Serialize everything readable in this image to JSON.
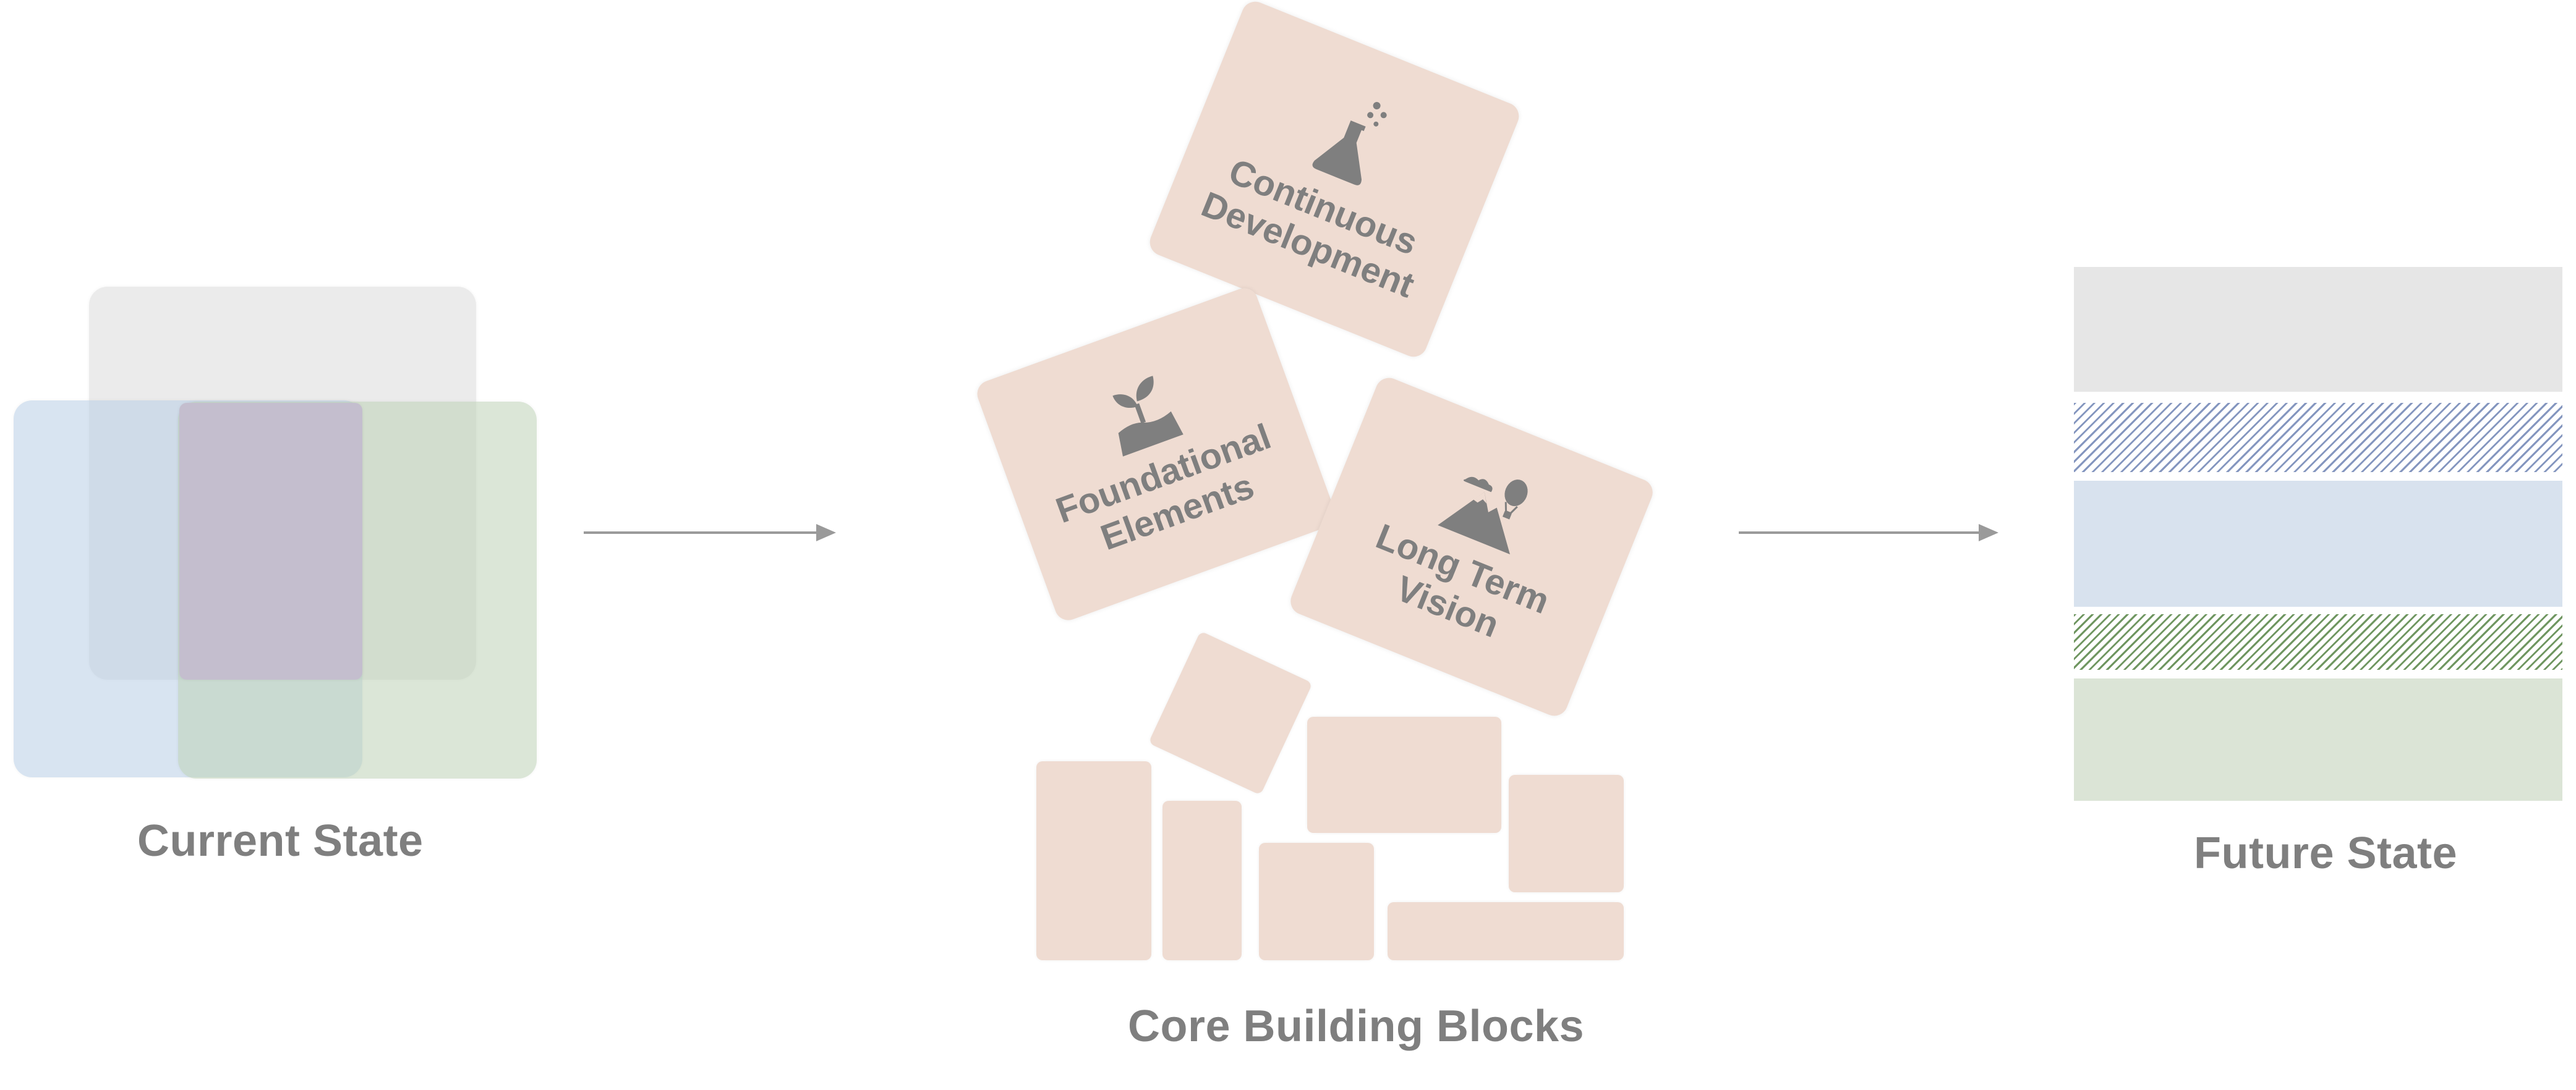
{
  "labels": {
    "current_state": "Current State",
    "core_building_blocks": "Core Building Blocks",
    "future_state": "Future State"
  },
  "cards": {
    "continuous_development": {
      "line1": "Continuous",
      "line2": "Development",
      "icon": "flask-icon"
    },
    "foundational_elements": {
      "line1": "Foundational",
      "line2": "Elements",
      "icon": "seedling-icon"
    },
    "long_term_vision": {
      "line1": "Long Term",
      "line2": "Vision",
      "icon": "mountain-balloon-icon"
    }
  },
  "colors": {
    "label_grey": "#7f7f7f",
    "block_peach": "#efdcd2",
    "venn_grey": "#dedede",
    "venn_blue": "#b8cde6",
    "venn_green": "#bed2b7",
    "venn_overlap": "#c4bece",
    "future_grey": "#e6e6e6",
    "future_blue": "#d8e2ee",
    "future_green": "#dbe4d6",
    "hatch_blue": "#6f84b4",
    "hatch_green": "#5f8a4f"
  }
}
